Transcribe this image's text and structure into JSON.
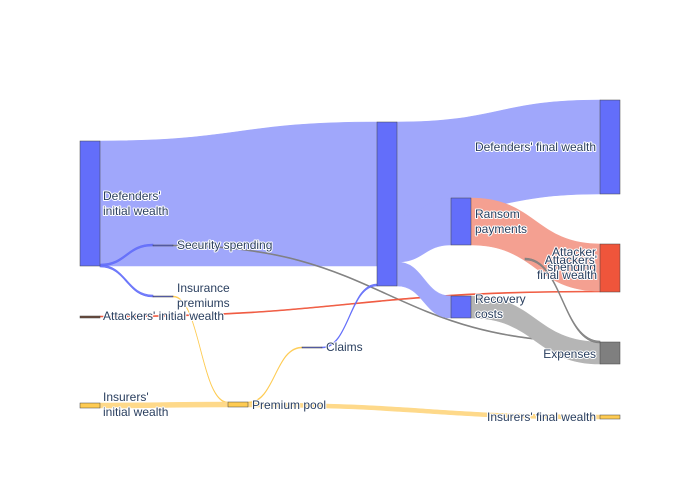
{
  "diagram": {
    "type": "sankey",
    "colors": {
      "defenders": "#636efa",
      "defenders_flow": "#a0a7fb",
      "ransom_flow": "#f4a091",
      "attackers": "#ef553b",
      "expenses": "#7f7f7f",
      "expenses_flow": "#b5b5b5",
      "insurers": "#fecb52",
      "insurers_flow": "#fed98a",
      "attackers_initial": "#6b4a3a"
    },
    "nodes": [
      {
        "id": "defenders_initial",
        "lines": [
          "Defenders'",
          "initial wealth"
        ]
      },
      {
        "id": "attackers_initial",
        "lines": [
          "Attackers' initial wealth"
        ]
      },
      {
        "id": "insurers_initial",
        "lines": [
          "Insurers'",
          "initial wealth"
        ]
      },
      {
        "id": "security_spending",
        "lines": [
          "Security spending"
        ]
      },
      {
        "id": "insurance_premiums",
        "lines": [
          "Insurance",
          "premiums"
        ]
      },
      {
        "id": "premium_pool",
        "lines": [
          "Premium pool"
        ]
      },
      {
        "id": "claims",
        "lines": [
          "Claims"
        ]
      },
      {
        "id": "defenders_mid",
        "lines": []
      },
      {
        "id": "defenders_final",
        "lines": [
          "Defenders' final wealth"
        ]
      },
      {
        "id": "ransom_payments",
        "lines": [
          "Ransom",
          "payments"
        ]
      },
      {
        "id": "recovery_costs",
        "lines": [
          "Recovery",
          "costs"
        ]
      },
      {
        "id": "attackers_spending",
        "lines": [
          "Attacker",
          "spending"
        ]
      },
      {
        "id": "attackers_final",
        "lines": [
          "Attackers'",
          "final wealth"
        ]
      },
      {
        "id": "expenses",
        "lines": [
          "Expenses"
        ]
      },
      {
        "id": "insurers_final",
        "lines": [
          "Insurers' final wealth"
        ]
      }
    ]
  }
}
